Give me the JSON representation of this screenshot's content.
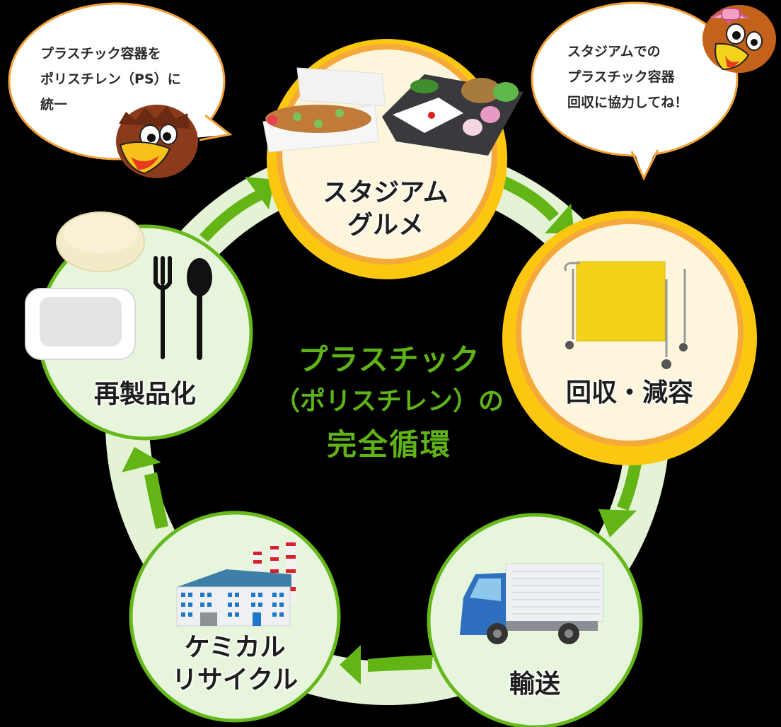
{
  "title": {
    "line1": "プラスチック",
    "line2": "（ポリスチレン）の",
    "line3": "完全循環"
  },
  "bubbles": {
    "left": {
      "text": "プラスチック容器を\nポリスチレン（PS）に\n統一",
      "character": "mascot-boy"
    },
    "right": {
      "text": "スタジアムでの\nプラスチック容器\n回収に協力してね！",
      "character": "mascot-girl"
    }
  },
  "nodes": [
    {
      "id": "stadium-gourmet",
      "label": "スタジアム\nグルメ",
      "icon": "bento-box-icon",
      "style": "highlight"
    },
    {
      "id": "collection",
      "label": "回収・減容",
      "icon": "collection-cart-icon",
      "style": "highlight"
    },
    {
      "id": "transport",
      "label": "輸送",
      "icon": "truck-icon",
      "style": "normal"
    },
    {
      "id": "chemical-recycle",
      "label": "ケミカル\nリサイクル",
      "icon": "factory-icon",
      "style": "normal"
    },
    {
      "id": "remanufacture",
      "label": "再製品化",
      "icon": "tableware-icon",
      "style": "normal"
    }
  ],
  "colors": {
    "background": "#000000",
    "arrow": "#63b515",
    "arrow_track": "#e4f3d6",
    "green_node_fill": "#e7f5dc",
    "green_node_border": "#66b81c",
    "highlight_node_fill": "#fdf5dc",
    "highlight_node_ring": "#f5a93b",
    "highlight_glow": "#fbc711",
    "title_green": "#5fb318",
    "bubble_border": "#f2a23a"
  }
}
